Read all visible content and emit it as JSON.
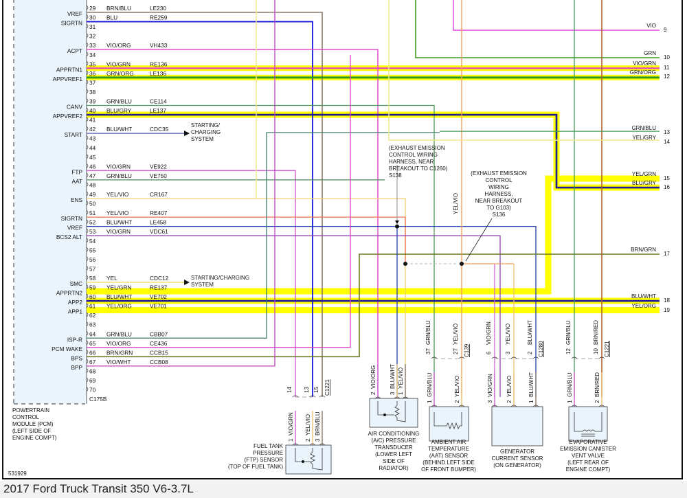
{
  "footer": {
    "title": "2017 Ford Truck Transit 350 V6-3.7L"
  },
  "diagram_id": "531929",
  "pcm": {
    "name_lines": [
      "POWERTRAIN",
      "CONTROL",
      "MODULE (PCM)",
      "(LEFT SIDE OF",
      "ENGINE COMPT)"
    ],
    "connector": "C175B",
    "pins": [
      {
        "pin": "29",
        "signal": "VREF",
        "color": "BRN/BLU",
        "circuit": "LE230",
        "wire": "#8b6b4a"
      },
      {
        "pin": "30",
        "signal": "SIGRTN",
        "color": "BLU",
        "circuit": "RE259",
        "wire": "#1a1adb"
      },
      {
        "pin": "31",
        "signal": "",
        "color": "",
        "circuit": ""
      },
      {
        "pin": "32",
        "signal": "",
        "color": "",
        "circuit": ""
      },
      {
        "pin": "33",
        "signal": "ACPT",
        "color": "VIO/ORG",
        "circuit": "VH433",
        "wire": "#e040c8"
      },
      {
        "pin": "34",
        "signal": "",
        "color": "",
        "circuit": ""
      },
      {
        "pin": "35",
        "signal": "APPRTN1",
        "color": "VIO/GRN",
        "circuit": "RE136",
        "wire": "#e040c8",
        "hl": true
      },
      {
        "pin": "36",
        "signal": "APPVREF1",
        "color": "GRN/ORG",
        "circuit": "LE136",
        "wire": "#3a9a20",
        "hl": true
      },
      {
        "pin": "37",
        "signal": "",
        "color": "",
        "circuit": ""
      },
      {
        "pin": "38",
        "signal": "",
        "color": "",
        "circuit": ""
      },
      {
        "pin": "39",
        "signal": "CANV",
        "color": "GRN/BLU",
        "circuit": "CE114",
        "wire": "#4a9a5a"
      },
      {
        "pin": "40",
        "signal": "APPVREF2",
        "color": "BLU/GRY",
        "circuit": "LE137",
        "wire": "#1a1a9a",
        "hl": true
      },
      {
        "pin": "41",
        "signal": "",
        "color": "",
        "circuit": ""
      },
      {
        "pin": "42",
        "signal": "START",
        "color": "BLU/WHT",
        "circuit": "CDC35",
        "wire": "#5060b0"
      },
      {
        "pin": "43",
        "signal": "",
        "color": "",
        "circuit": ""
      },
      {
        "pin": "44",
        "signal": "",
        "color": "",
        "circuit": ""
      },
      {
        "pin": "45",
        "signal": "",
        "color": "",
        "circuit": ""
      },
      {
        "pin": "46",
        "signal": "FTP",
        "color": "VIO/GRN",
        "circuit": "VE922",
        "wire": "#d060d0"
      },
      {
        "pin": "47",
        "signal": "AAT",
        "color": "GRN/BLU",
        "circuit": "VE750",
        "wire": "#4a8a5a"
      },
      {
        "pin": "48",
        "signal": "",
        "color": "",
        "circuit": ""
      },
      {
        "pin": "49",
        "signal": "ENS",
        "color": "YEL/VIO",
        "circuit": "CR167",
        "wire": "#f0d070"
      },
      {
        "pin": "50",
        "signal": "",
        "color": "",
        "circuit": ""
      },
      {
        "pin": "51",
        "signal": "SIGRTN",
        "color": "YEL/VIO",
        "circuit": "RE407",
        "wire": "#f07050"
      },
      {
        "pin": "52",
        "signal": "VREF",
        "color": "BLU/WHT",
        "circuit": "LE458",
        "wire": "#2040b0"
      },
      {
        "pin": "53",
        "signal": "BCS2 ALT",
        "color": "VIO/GRN",
        "circuit": "VDC61",
        "wire": "#9040b0"
      },
      {
        "pin": "54",
        "signal": "",
        "color": "",
        "circuit": ""
      },
      {
        "pin": "55",
        "signal": "",
        "color": "",
        "circuit": ""
      },
      {
        "pin": "56",
        "signal": "",
        "color": "",
        "circuit": ""
      },
      {
        "pin": "57",
        "signal": "",
        "color": "",
        "circuit": ""
      },
      {
        "pin": "58",
        "signal": "SMC",
        "color": "YEL",
        "circuit": "CDC12",
        "wire": "#f0e890"
      },
      {
        "pin": "59",
        "signal": "APPRTN2",
        "color": "YEL/GRN",
        "circuit": "RE137",
        "wire": "#ffff00",
        "hl": true
      },
      {
        "pin": "60",
        "signal": "APP2",
        "color": "BLU/WHT",
        "circuit": "VE702",
        "wire": "#1a1a9a",
        "hl": true
      },
      {
        "pin": "61",
        "signal": "APP1",
        "color": "YEL/ORG",
        "circuit": "VE701",
        "wire": "#ffff00",
        "hl": true
      },
      {
        "pin": "62",
        "signal": "",
        "color": "",
        "circuit": ""
      },
      {
        "pin": "63",
        "signal": "",
        "color": "",
        "circuit": ""
      },
      {
        "pin": "64",
        "signal": "ISP-R",
        "color": "GRN/BLU",
        "circuit": "CBB07",
        "wire": "#3a7a6a"
      },
      {
        "pin": "65",
        "signal": "PCM WAKE",
        "color": "VIO/ORG",
        "circuit": "CE436",
        "wire": "#e040c8"
      },
      {
        "pin": "66",
        "signal": "BPS",
        "color": "BRN/GRN",
        "circuit": "CCB15",
        "wire": "#6a7a20"
      },
      {
        "pin": "67",
        "signal": "BPP",
        "color": "VIO/WHT",
        "circuit": "CCB08",
        "wire": "#c040c0"
      },
      {
        "pin": "68",
        "signal": "",
        "color": "",
        "circuit": ""
      },
      {
        "pin": "69",
        "signal": "",
        "color": "",
        "circuit": ""
      },
      {
        "pin": "70",
        "signal": "",
        "color": "",
        "circuit": ""
      }
    ]
  },
  "destinations": {
    "starting_charging_1": [
      "STARTING/",
      "CHARGING",
      "SYSTEM"
    ],
    "starting_charging_2": [
      "STARTING/CHARGING",
      "SYSTEM"
    ]
  },
  "right_refs": [
    {
      "ref": "9",
      "color": "VIO"
    },
    {
      "ref": "10",
      "color": "GRN"
    },
    {
      "ref": "11",
      "color": "VIO/GRN"
    },
    {
      "ref": "12",
      "color": "GRN/ORG"
    },
    {
      "ref": "13",
      "color": "GRN/BLU"
    },
    {
      "ref": "14",
      "color": "YEL/GRY"
    },
    {
      "ref": "15",
      "color": "YEL/GRN"
    },
    {
      "ref": "16",
      "color": "BLU/GRY"
    },
    {
      "ref": "17",
      "color": "BRN/GRN"
    },
    {
      "ref": "18",
      "color": "BLU/WHT"
    },
    {
      "ref": "19",
      "color": "YEL/ORG"
    }
  ],
  "splices": {
    "s138": [
      "(EXHAUST EMISSION",
      "CONTROL WIRING",
      "HARNESS, NEAR",
      "BREAKOUT TO C1260)",
      "S138"
    ],
    "s136": [
      "(EXHAUST EMISSION",
      "CONTROL",
      "WIRING",
      "HARNESS,",
      "NEAR BREAKOUT",
      "TO G103)",
      "S136"
    ]
  },
  "vertical_labels": {
    "yel_vio_top": "YEL/VIO"
  },
  "inline_connectors": {
    "c1221_left": {
      "name": "C1221",
      "pins": [
        "14",
        "13",
        "15"
      ]
    },
    "c139": {
      "name": "C139",
      "pins": [
        "37",
        "27"
      ],
      "upper_colors": [
        "GRN/BLU",
        "YEL/VIO"
      ]
    },
    "c1280": {
      "name": "C1280",
      "pins": [
        "6",
        "3",
        "2"
      ],
      "upper_colors": [
        "VIO/GRN",
        "YEL/VIO",
        "BLU/WHT"
      ]
    },
    "c1221_right": {
      "name": "C1221",
      "pins": [
        "12",
        "10"
      ],
      "upper_colors": [
        "GRN/BLU",
        "BRN/RED"
      ]
    }
  },
  "components": {
    "ftp": {
      "label": [
        "FUEL TANK",
        "PRESSURE",
        "(FTP) SENSOR",
        "(TOP OF FUEL TANK)"
      ],
      "pins": [
        "1",
        "2",
        "3"
      ],
      "colors": [
        "VIO/GRN",
        "YEL/VIO",
        "BRN/BLU"
      ]
    },
    "acp": {
      "label": [
        "AIR CONDITIONING",
        "(A/C) PRESSURE",
        "TRANSDUCER",
        "(LOWER LEFT",
        "SIDE OF",
        "RADIATOR)"
      ],
      "pins": [
        "2",
        "3",
        "1"
      ],
      "colors": [
        "VIO/ORG",
        "BLU/WHT",
        "YEL/VIO"
      ]
    },
    "aat": {
      "label": [
        "AMBIENT AIR",
        "TEMPERATURE",
        "(AAT) SENSOR",
        "(BEHIND LEFT SIDE",
        "OF FRONT BUMPER)"
      ],
      "pins": [
        "1",
        "2"
      ],
      "colors": [
        "GRN/BLU",
        "YEL/VIO"
      ]
    },
    "gen": {
      "label": [
        "GENERATOR",
        "CURRENT SENSOR",
        "(ON GENERATOR)"
      ],
      "pins": [
        "3",
        "2",
        "1"
      ],
      "colors": [
        "VIO/GRN",
        "YEL/VIO",
        "BLU/WHT"
      ]
    },
    "evap": {
      "label": [
        "EVAPORATIVE",
        "EMISSION CANISTER",
        "VENT VALVE",
        "(LEFT REAR OF",
        "ENGINE COMPT)"
      ],
      "pins": [
        "1",
        "2"
      ],
      "colors": [
        "GRN/BLU",
        "BRN/RED"
      ]
    }
  }
}
